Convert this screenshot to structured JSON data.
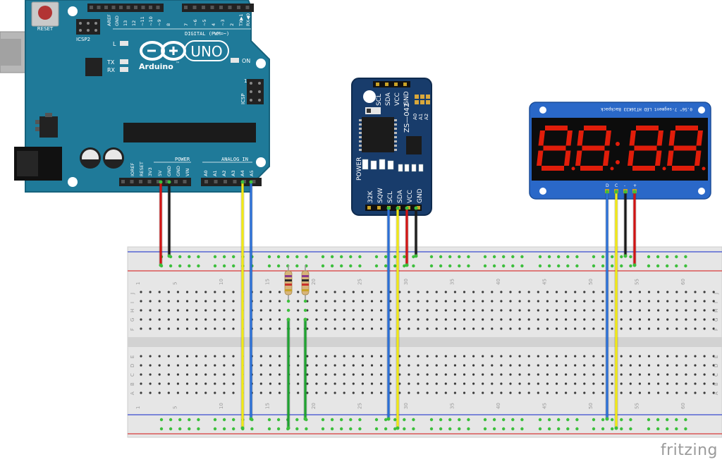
{
  "brand": "fritzing",
  "arduino": {
    "logo_text": "Arduino",
    "trademark": "™",
    "model": "UNO",
    "reset_label": "RESET",
    "icsp2_label": "ICSP2",
    "icsp_label": "ICSP",
    "l_label": "L",
    "tx_label": "TX",
    "rx_label": "RX",
    "on_label": "ON",
    "icsp_pin1": "1",
    "digital_label": "DIGITAL (PWM=~)",
    "power_label": "POWER",
    "analog_label": "ANALOG IN",
    "top_pins": [
      "AREF",
      "GND",
      "13",
      "12",
      "~11",
      "~10",
      "~9",
      "8",
      "7",
      "~6",
      "~5",
      "4",
      "~3",
      "2",
      "TX▶1",
      "RX◀0"
    ],
    "power_pins": [
      "IOREF",
      "RESET",
      "3V3",
      "5V",
      "GND",
      "GND",
      "VIN"
    ],
    "analog_pins": [
      "A0",
      "A1",
      "A2",
      "A3",
      "A4",
      "A5"
    ]
  },
  "rtc": {
    "model": "ZS—042",
    "power_label": "POWER",
    "top_pins": [
      "SCL",
      "SDA",
      "VCC",
      "GND"
    ],
    "address_pins": [
      "A0",
      "A1",
      "A2"
    ],
    "bottom_pins": [
      "32K",
      "SQW",
      "SCL",
      "SDA",
      "VCC",
      "GND"
    ]
  },
  "display": {
    "title": "0.56\" 7-segment LED HT16K33 Backpack",
    "digits": "88:88",
    "pins": [
      "D",
      "C",
      "-",
      "+"
    ],
    "segment_color": "#e11d0a"
  },
  "breadboard": {
    "column_numbers": [
      "1",
      "5",
      "10",
      "15",
      "20",
      "25",
      "30",
      "35",
      "40",
      "45",
      "50",
      "55",
      "60"
    ],
    "row_letters_top": [
      "J",
      "I",
      "H",
      "G",
      "F"
    ],
    "row_letters_bottom": [
      "E",
      "D",
      "C",
      "B",
      "A"
    ]
  },
  "wire_colors": {
    "red": "#d11313",
    "black": "#1a1a1a",
    "yellow": "#f2ea14",
    "blue": "#2a6fd6",
    "green": "#1fa331"
  }
}
